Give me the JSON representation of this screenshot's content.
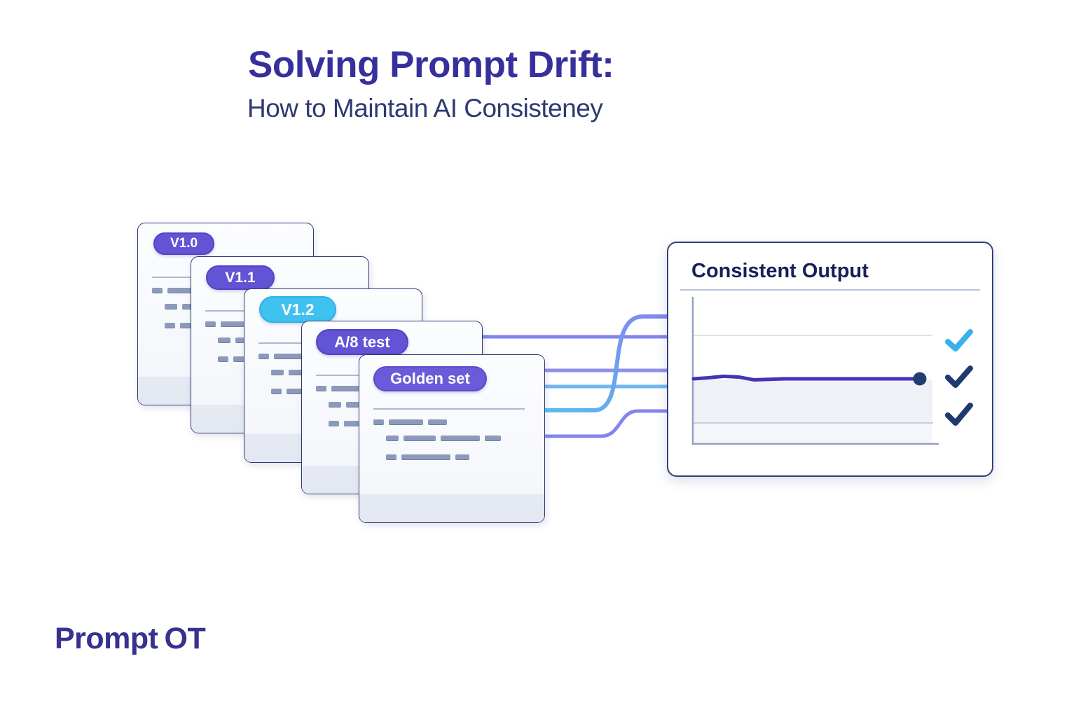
{
  "header": {
    "title": "Solving Prompt Drift:",
    "subtitle": "How to Maintain AI Consisteney",
    "title_color": "#36309c",
    "subtitle_color": "#2d3971"
  },
  "cards": [
    {
      "badge": "V1.0",
      "badge_color": "#6254d4",
      "badge_border": "#5143c5"
    },
    {
      "badge": "V1.1",
      "badge_color": "#6254d4",
      "badge_border": "#5143c5"
    },
    {
      "badge": "V1.2",
      "badge_color": "#3fc2f0",
      "badge_border": "#2db0e4"
    },
    {
      "badge": "A/8 test",
      "badge_color": "#6254d4",
      "badge_border": "#5143c5"
    },
    {
      "badge": "Golden set",
      "badge_color": "#6a5cd8",
      "badge_border": "#5a4bc8"
    }
  ],
  "connectors": [
    {
      "color": "#8285ee"
    },
    {
      "color": "#8f8fec"
    },
    {
      "color": "#6fb7f3"
    },
    {
      "color_start": "#54bff0",
      "color_end": "#8285ee"
    },
    {
      "color": "#8285ee"
    }
  ],
  "output_panel": {
    "title": "Consistent Output",
    "title_color": "#152158",
    "checks": [
      {
        "icon": "check-icon",
        "color": "#38b2e8"
      },
      {
        "icon": "check-icon",
        "color": "#1e3a6e"
      },
      {
        "icon": "check-icon",
        "color": "#1e3a6e"
      }
    ]
  },
  "chart_data": {
    "type": "line",
    "title": "Consistent Output",
    "xlabel": "",
    "ylabel": "",
    "x": [
      0,
      1,
      2,
      3,
      4,
      5,
      6,
      7,
      8,
      9,
      10,
      11,
      12,
      13,
      14,
      15
    ],
    "values": [
      44.3,
      45.0,
      46.0,
      45.5,
      43.6,
      43.9,
      44.3,
      44.3,
      44.3,
      44.3,
      44.3,
      44.3,
      44.3,
      44.3,
      44.3,
      44.3
    ],
    "ylim": [
      0,
      100
    ],
    "grid": true,
    "legend": "none",
    "line_color": "#4334b8",
    "dot_color": "#223d6e",
    "axis_color": "#93a0c6"
  },
  "logo": {
    "part1": "Prompt",
    "part2": "OT",
    "color": "#38318e"
  }
}
